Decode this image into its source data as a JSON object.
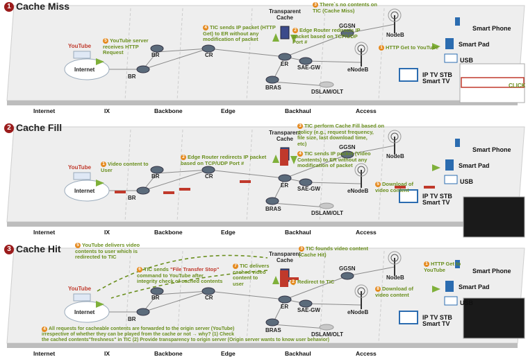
{
  "sections": [
    {
      "number": "1",
      "title": "Cache Miss"
    },
    {
      "number": "2",
      "title": "Cache Fill"
    },
    {
      "number": "3",
      "title": "Cache Hit"
    }
  ],
  "axis": [
    "Internet",
    "IX",
    "Backbone",
    "Edge",
    "Backhaul",
    "Access"
  ],
  "nodes": {
    "internet": "Internet",
    "br": "BR",
    "cr": "CR",
    "er": "ER",
    "bras": "BRAS",
    "dslam": "DSLAM/OLT",
    "saegw": "SAE-GW",
    "ggsn": "GGSN",
    "nodeb": "NodeB",
    "enodeb": "eNodeB",
    "tc": "Transparent\nCache",
    "youtube": "YouTube"
  },
  "devices": {
    "smartphone": "Smart Phone",
    "smartpad": "Smart Pad",
    "usb": "USB",
    "iptv": "IP TV STB\nSmart TV"
  },
  "click": "CLICK",
  "s1": {
    "n1": "1",
    "t1": "HTTP Get to YouTube",
    "n2": "2",
    "t2": "Edge Router redirects IP\npacket based on TCP/UDP\nPort #",
    "n3": "3",
    "t3": "There`s no contents on\nTIC (Cache Miss)",
    "n4": "4",
    "t4": "TIC sends IP packet (HTTP\nGet) to ER without any\nmodification of packet",
    "n5": "5",
    "t5": "YouTube server\nreceives HTTP\nRequest"
  },
  "s2": {
    "n1": "1",
    "t1": "Video content to\nUser",
    "n2": "2",
    "t2": "Edge Router redirects IP packet\nbased on TCP/UDP Port #",
    "n3": "3",
    "t3": "TIC perform Cache Fill based on\npolicy (e.g., request frequency,\nfile size, last download time,\netc)",
    "n4": "4",
    "t4": "TIC sends IP packet (Video\nContents) to ER without any\nmodification of packet",
    "n5": "5",
    "t5": "Download of\nvideo content"
  },
  "s3": {
    "n1": "1",
    "t1": "HTTP Get to\nYouTube",
    "n2": "2",
    "t2": "Redirect to TIC",
    "n3": "3",
    "t3": "TIC founds video content\n(Cache Hit)",
    "n4": "4",
    "t4": "All requests for cacheable contents are forwarded to the origin server (YouTube)\nirrespective of whether they can be played from the cache or not → why? (1) Check\nthe cached contents\"freshness\" in TIC (2) Provide transparency to origin server (Origin server wants to know user behavior)",
    "n5": "5",
    "t5": "YouTube delivers video\ncontents to user which is\nredirected to TIC",
    "n6": "6",
    "t6a": "TIC sends ",
    "t6b": "\"File Transfer Stop\"",
    "t6c": "\ncommand to YouTube after\nintegrity check of cached contents",
    "n7": "7",
    "t7": "TIC delivers\ncached video\ncontent to\nuser",
    "n8": "8",
    "t8": "Download of\nvideo content"
  },
  "colors": {
    "accent": "#9b1c1c",
    "green": "#6a8f1e",
    "step": "#e58a1f",
    "plane": "#efefef"
  }
}
